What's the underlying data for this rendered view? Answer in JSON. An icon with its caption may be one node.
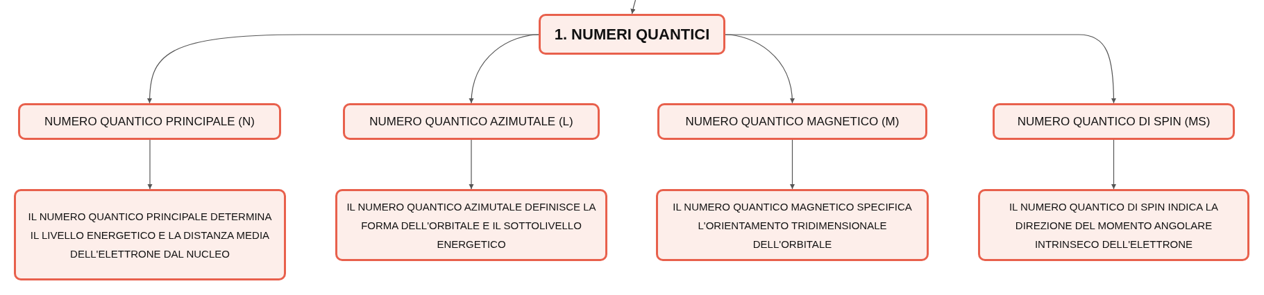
{
  "diagram": {
    "nodes": [
      {
        "text": [
          "1. NUMERI QUANTICI"
        ]
      },
      {
        "text": [
          "NUMERO QUANTICO PRINCIPALE (N)"
        ]
      },
      {
        "text": [
          "NUMERO QUANTICO AZIMUTALE (L)"
        ]
      },
      {
        "text": [
          "NUMERO QUANTICO MAGNETICO (M)"
        ]
      },
      {
        "text": [
          "NUMERO QUANTICO DI SPIN (MS)"
        ]
      },
      {
        "text": [
          "IL NUMERO QUANTICO PRINCIPALE DETERMINA IL LIVELLO ENERGETICO E LA DISTANZA MEDIA DELL'ELETTRONE DAL NUCLEO"
        ]
      },
      {
        "text": [
          "IL NUMERO QUANTICO AZIMUTALE DEFINISCE LA FORMA DELL'ORBITALE E IL SOTTOLIVELLO ENERGETICO"
        ]
      },
      {
        "text": [
          "IL NUMERO QUANTICO MAGNETICO SPECIFICA L'ORIENTAMENTO TRIDIMENSIONALE DELL'ORBITALE"
        ]
      },
      {
        "text": [
          "IL NUMERO QUANTICO DI SPIN INDICA LA DIREZIONE DEL MOMENTO ANGOLARE INTRINSECO DELL'ELETTRONE"
        ]
      }
    ],
    "edges": [
      {
        "from": null,
        "to": 0,
        "arrow": "to"
      },
      {
        "from": 0,
        "to": 1,
        "arrow": "to"
      },
      {
        "from": 0,
        "to": 2,
        "arrow": "to"
      },
      {
        "from": 0,
        "to": 3,
        "arrow": "to"
      },
      {
        "from": 0,
        "to": 4,
        "arrow": "to"
      },
      {
        "from": 1,
        "to": 5,
        "arrow": "to"
      },
      {
        "from": 2,
        "to": 6,
        "arrow": "to"
      },
      {
        "from": 3,
        "to": 7,
        "arrow": "to"
      },
      {
        "from": 4,
        "to": 8,
        "arrow": "to"
      }
    ]
  }
}
